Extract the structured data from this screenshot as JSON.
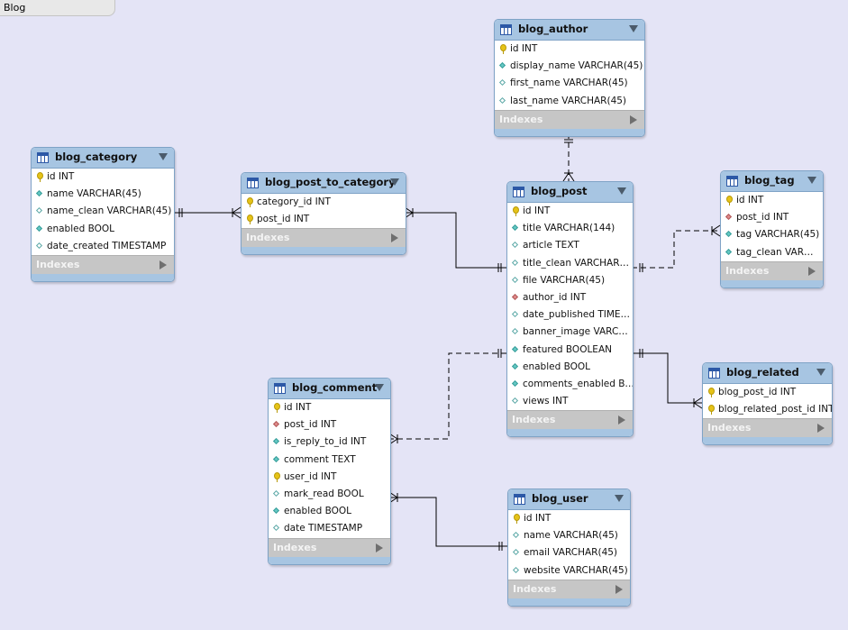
{
  "tab": {
    "label": "Blog"
  },
  "foot_label": "Indexes",
  "colors": {
    "background": "#e4e4f6",
    "header": "#a7c5e2",
    "connector": "#000000",
    "key": "#e6c318",
    "column_diamond": "#64c8c4",
    "foreign_key_diamond": "#e08a8a"
  },
  "tables": [
    {
      "id": "blog_author",
      "name": "blog_author",
      "columns": [
        {
          "text": "id INT",
          "icon": "key"
        },
        {
          "text": "display_name VARCHAR(45)",
          "icon": "filled"
        },
        {
          "text": "first_name VARCHAR(45)",
          "icon": "empty"
        },
        {
          "text": "last_name VARCHAR(45)",
          "icon": "empty"
        }
      ]
    },
    {
      "id": "blog_category",
      "name": "blog_category",
      "columns": [
        {
          "text": "id INT",
          "icon": "key"
        },
        {
          "text": "name VARCHAR(45)",
          "icon": "filled"
        },
        {
          "text": "name_clean VARCHAR(45)",
          "icon": "empty"
        },
        {
          "text": "enabled BOOL",
          "icon": "filled"
        },
        {
          "text": "date_created TIMESTAMP",
          "icon": "empty"
        }
      ]
    },
    {
      "id": "blog_post_to_category",
      "name": "blog_post_to_category",
      "columns": [
        {
          "text": "category_id INT",
          "icon": "key"
        },
        {
          "text": "post_id INT",
          "icon": "key"
        }
      ]
    },
    {
      "id": "blog_post",
      "name": "blog_post",
      "columns": [
        {
          "text": "id INT",
          "icon": "key"
        },
        {
          "text": "title VARCHAR(144)",
          "icon": "filled"
        },
        {
          "text": "article TEXT",
          "icon": "empty"
        },
        {
          "text": "title_clean VARCHAR…",
          "icon": "empty"
        },
        {
          "text": "file VARCHAR(45)",
          "icon": "empty"
        },
        {
          "text": "author_id INT",
          "icon": "fk"
        },
        {
          "text": "date_published TIME…",
          "icon": "empty"
        },
        {
          "text": "banner_image VARC…",
          "icon": "empty"
        },
        {
          "text": "featured BOOLEAN",
          "icon": "filled"
        },
        {
          "text": "enabled BOOL",
          "icon": "filled"
        },
        {
          "text": "comments_enabled B…",
          "icon": "filled"
        },
        {
          "text": "views INT",
          "icon": "empty"
        }
      ]
    },
    {
      "id": "blog_tag",
      "name": "blog_tag",
      "columns": [
        {
          "text": "id INT",
          "icon": "key"
        },
        {
          "text": "post_id INT",
          "icon": "fk"
        },
        {
          "text": "tag VARCHAR(45)",
          "icon": "filled"
        },
        {
          "text": "tag_clean VAR…",
          "icon": "filled"
        }
      ]
    },
    {
      "id": "blog_related",
      "name": "blog_related",
      "columns": [
        {
          "text": "blog_post_id INT",
          "icon": "key"
        },
        {
          "text": "blog_related_post_id INT",
          "icon": "key"
        }
      ]
    },
    {
      "id": "blog_comment",
      "name": "blog_comment",
      "columns": [
        {
          "text": "id INT",
          "icon": "key"
        },
        {
          "text": "post_id INT",
          "icon": "fk"
        },
        {
          "text": "is_reply_to_id INT",
          "icon": "filled"
        },
        {
          "text": "comment TEXT",
          "icon": "filled"
        },
        {
          "text": "user_id INT",
          "icon": "key"
        },
        {
          "text": "mark_read BOOL",
          "icon": "empty"
        },
        {
          "text": "enabled BOOL",
          "icon": "filled"
        },
        {
          "text": "date TIMESTAMP",
          "icon": "empty"
        }
      ]
    },
    {
      "id": "blog_user",
      "name": "blog_user",
      "columns": [
        {
          "text": "id INT",
          "icon": "key"
        },
        {
          "text": "name VARCHAR(45)",
          "icon": "empty"
        },
        {
          "text": "email VARCHAR(45)",
          "icon": "empty"
        },
        {
          "text": "website VARCHAR(45)",
          "icon": "empty"
        }
      ]
    }
  ],
  "relationships": [
    {
      "from": "blog_category",
      "to": "blog_post_to_category",
      "identifying": true
    },
    {
      "from": "blog_post_to_category",
      "to": "blog_post",
      "identifying": true
    },
    {
      "from": "blog_author",
      "to": "blog_post",
      "identifying": false
    },
    {
      "from": "blog_post",
      "to": "blog_tag",
      "identifying": false
    },
    {
      "from": "blog_post",
      "to": "blog_related",
      "identifying": true
    },
    {
      "from": "blog_comment",
      "to": "blog_post",
      "identifying": false
    },
    {
      "from": "blog_comment",
      "to": "blog_user",
      "identifying": true
    }
  ]
}
